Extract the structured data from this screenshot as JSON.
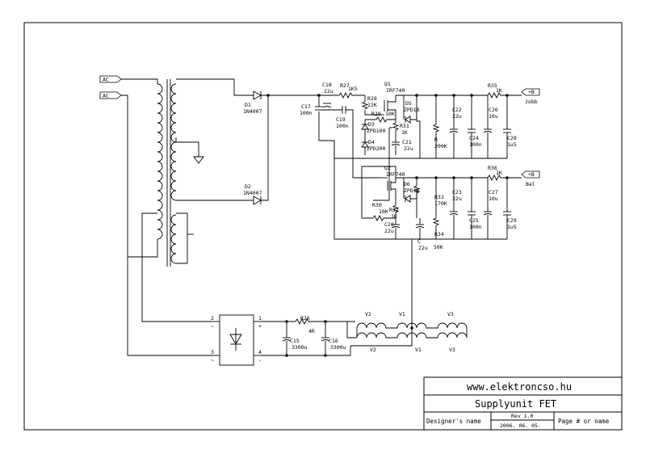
{
  "connectors": {
    "ac_top": "AC",
    "ac_bottom": "AC",
    "out_top": "+B",
    "out_bottom": "+B"
  },
  "components": {
    "D1": {
      "ref": "D1",
      "value": "1N4007"
    },
    "D2": {
      "ref": "D2",
      "value": "1N4007"
    },
    "C18": {
      "ref": "C18",
      "value": "22u"
    },
    "C17": {
      "ref": "C17",
      "value": "100n"
    },
    "R27": {
      "ref": "R27",
      "value": "1K5"
    },
    "Q1": {
      "ref": "Q1",
      "value": "IRF740"
    },
    "R28": {
      "ref": "R28",
      "value": "22K"
    },
    "R29": {
      "ref": "R29",
      "value": "10K"
    },
    "D5": {
      "ref": "D5",
      "value": "ZPD18"
    },
    "R31": {
      "ref": "R31",
      "value": "1K"
    },
    "C19": {
      "ref": "C19",
      "value": "100n"
    },
    "D3": {
      "ref": "D3",
      "value": "ZPD100"
    },
    "D4": {
      "ref": "D4",
      "value": "ZPD200"
    },
    "C21": {
      "ref": "C21",
      "value": "22u"
    },
    "R": {
      "ref": "R",
      "value": "200K"
    },
    "C22": {
      "ref": "C22",
      "value": "22u"
    },
    "C24": {
      "ref": "C24",
      "value": "100n"
    },
    "R35": {
      "ref": "R35",
      "value": "1K"
    },
    "C26": {
      "ref": "C26",
      "value": "10u"
    },
    "C28": {
      "ref": "C28",
      "value": "1u5"
    },
    "Q2": {
      "ref": "Q2",
      "value": "IRF740"
    },
    "D6": {
      "ref": "D6",
      "value": "ZPD18"
    },
    "R30": {
      "ref": "R30",
      "value": "10K"
    },
    "R32": {
      "ref": "R32",
      "value": "1K"
    },
    "C20": {
      "ref": "C20",
      "value": "22u"
    },
    "R33": {
      "ref": "R33",
      "value": "170K"
    },
    "R34": {
      "ref": "R34",
      "value": "50K"
    },
    "C": {
      "ref": "C",
      "value": "22u"
    },
    "C23": {
      "ref": "C23",
      "value": "22u"
    },
    "C25": {
      "ref": "C25",
      "value": "100n"
    },
    "R36": {
      "ref": "R36",
      "value": "1K"
    },
    "C27": {
      "ref": "C27",
      "value": "10u"
    },
    "C29": {
      "ref": "C29",
      "value": "1u5"
    },
    "R26": {
      "ref": "R26",
      "value": "4R"
    },
    "C15": {
      "ref": "C15",
      "value": "3300u"
    },
    "C16": {
      "ref": "C16",
      "value": "3300u"
    }
  },
  "net_labels": {
    "jobb": "Jobb",
    "bal": "Bal"
  },
  "pins": {
    "p1": "1",
    "p2": "2",
    "p3": "3",
    "p4": "4",
    "tilde_a": "~",
    "tilde_b": "~",
    "plus": "+",
    "minus": "-"
  },
  "heater": {
    "v1a": "V1",
    "v1b": "V1",
    "v2a": "V2",
    "v2b": "V2",
    "v3a": "V3",
    "v3b": "V3"
  },
  "title_block": {
    "website": "www.elektroncso.hu",
    "title": "Supplyunit FET",
    "designer_label": "Designer's name",
    "rev": "Rev 1.0",
    "date": "2006. 06. 05.",
    "page_label": "Page # or name"
  }
}
